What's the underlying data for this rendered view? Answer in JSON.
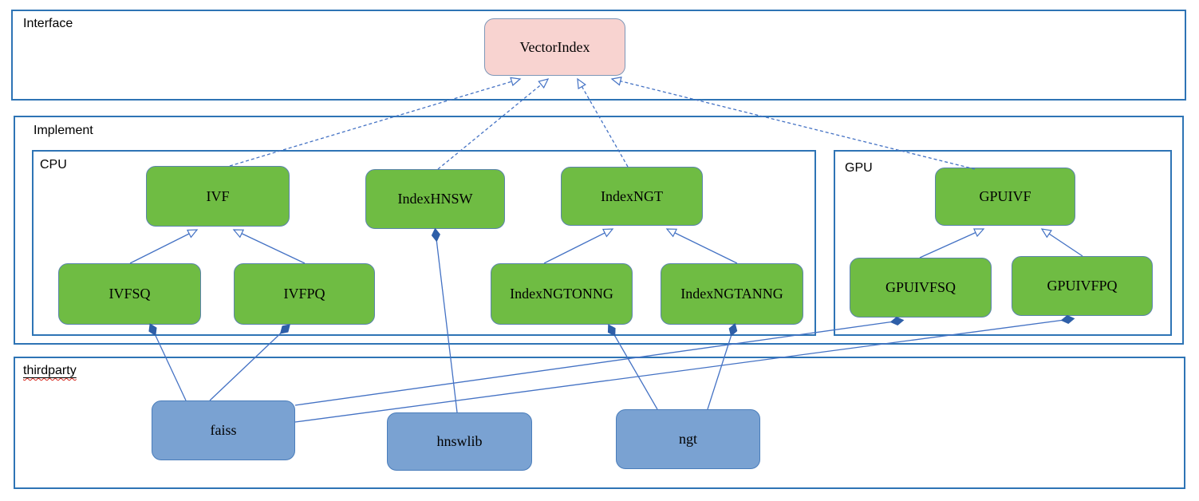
{
  "colors": {
    "container-border": "#2e74b5",
    "node-green-fill": "#6fbc43",
    "node-green-border": "#5b84ad",
    "node-pink-fill": "#f8d3d0",
    "node-pink-border": "#7e97b8",
    "node-blue-fill": "#7aa2d2",
    "node-blue-border": "#4a7dbb",
    "connector": "#4472c4",
    "diamond-fill": "#2e5fa8",
    "text": "#000000",
    "spellcheck": "#d8281e"
  },
  "containers": {
    "interface": {
      "label": "Interface"
    },
    "implement": {
      "label": "Implement"
    },
    "cpu": {
      "label": "CPU"
    },
    "gpu": {
      "label": "GPU"
    },
    "thirdparty": {
      "label": "thirdparty"
    }
  },
  "nodes": {
    "vectorindex": {
      "label": "VectorIndex",
      "group": "interface"
    },
    "ivf": {
      "label": "IVF",
      "group": "cpu"
    },
    "indexhnsw": {
      "label": "IndexHNSW",
      "group": "cpu"
    },
    "indexngt": {
      "label": "IndexNGT",
      "group": "cpu"
    },
    "ivfsq": {
      "label": "IVFSQ",
      "group": "cpu"
    },
    "ivfpq": {
      "label": "IVFPQ",
      "group": "cpu"
    },
    "indexngtonng": {
      "label": "IndexNGTONNG",
      "group": "cpu"
    },
    "indexngtanng": {
      "label": "IndexNGTANNG",
      "group": "cpu"
    },
    "gpuivf": {
      "label": "GPUIVF",
      "group": "gpu"
    },
    "gpuivfsq": {
      "label": "GPUIVFSQ",
      "group": "gpu"
    },
    "gpuivfpq": {
      "label": "GPUIVFPQ",
      "group": "gpu"
    },
    "faiss": {
      "label": "faiss",
      "group": "thirdparty"
    },
    "hnswlib": {
      "label": "hnswlib",
      "group": "thirdparty"
    },
    "ngt": {
      "label": "ngt",
      "group": "thirdparty"
    }
  },
  "edges": [
    {
      "from": "ivf",
      "to": "vectorindex",
      "type": "realization-dashed-hollow-arrow"
    },
    {
      "from": "indexhnsw",
      "to": "vectorindex",
      "type": "realization-dashed-hollow-arrow"
    },
    {
      "from": "indexngt",
      "to": "vectorindex",
      "type": "realization-dashed-hollow-arrow"
    },
    {
      "from": "gpuivf",
      "to": "vectorindex",
      "type": "realization-dashed-hollow-arrow"
    },
    {
      "from": "ivfsq",
      "to": "ivf",
      "type": "generalization-hollow-arrow"
    },
    {
      "from": "ivfpq",
      "to": "ivf",
      "type": "generalization-hollow-arrow"
    },
    {
      "from": "indexngtonng",
      "to": "indexngt",
      "type": "generalization-hollow-arrow"
    },
    {
      "from": "indexngtanng",
      "to": "indexngt",
      "type": "generalization-hollow-arrow"
    },
    {
      "from": "gpuivfsq",
      "to": "gpuivf",
      "type": "generalization-hollow-arrow"
    },
    {
      "from": "gpuivfpq",
      "to": "gpuivf",
      "type": "generalization-hollow-arrow"
    },
    {
      "from": "faiss",
      "to": "ivfsq",
      "type": "composition-filled-diamond"
    },
    {
      "from": "faiss",
      "to": "ivfpq",
      "type": "composition-filled-diamond"
    },
    {
      "from": "faiss",
      "to": "gpuivfsq",
      "type": "composition-filled-diamond"
    },
    {
      "from": "faiss",
      "to": "gpuivfpq",
      "type": "composition-filled-diamond"
    },
    {
      "from": "hnswlib",
      "to": "indexhnsw",
      "type": "composition-filled-diamond"
    },
    {
      "from": "ngt",
      "to": "indexngtonng",
      "type": "composition-filled-diamond"
    },
    {
      "from": "ngt",
      "to": "indexngtanng",
      "type": "composition-filled-diamond"
    }
  ]
}
